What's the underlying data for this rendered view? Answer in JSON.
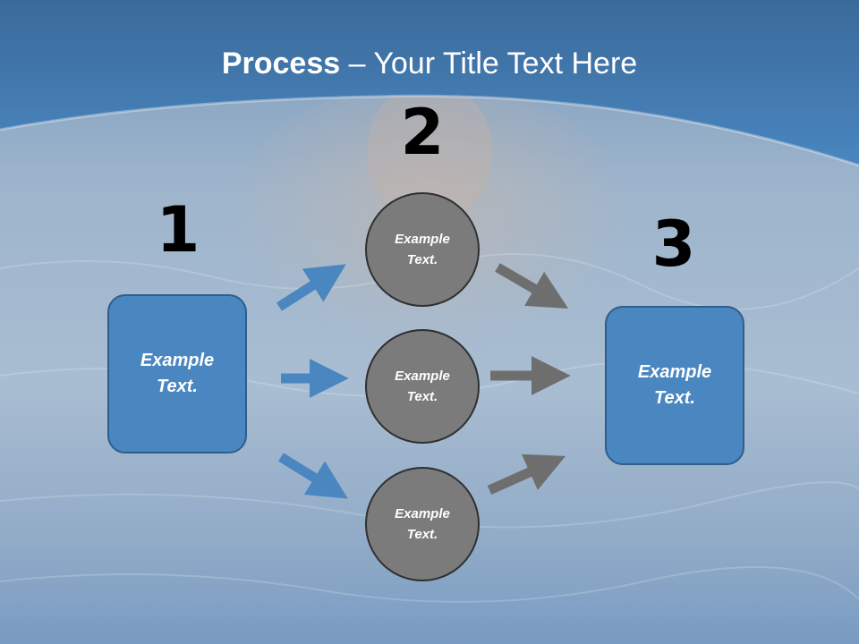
{
  "title": {
    "bold": "Process",
    "rest": " – Your Title Text Here"
  },
  "stages": {
    "one": "1",
    "two": "2",
    "three": "3"
  },
  "left_box": {
    "text": "Example Text."
  },
  "middle_circles": [
    {
      "text": "Example Text."
    },
    {
      "text": "Example Text."
    },
    {
      "text": "Example Text."
    }
  ],
  "right_box": {
    "text": "Example Text."
  },
  "colors": {
    "box_fill": "#4a86c0",
    "circle_fill": "#7b7b7b",
    "left_arrows": "#4a86c0",
    "right_arrows": "#6e6e6e",
    "header": "#3f74a8"
  }
}
